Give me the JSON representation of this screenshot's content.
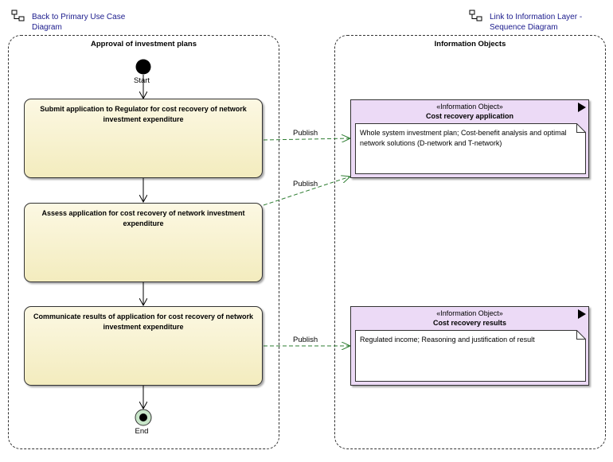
{
  "links": {
    "back": {
      "line1": "Back to Primary Use Case",
      "line2": "Diagram",
      "icon": "diagram-link-icon"
    },
    "forward": {
      "line1": "Link to Information Layer -",
      "line2": "Sequence Diagram",
      "icon": "diagram-link-icon"
    }
  },
  "partitions": {
    "left": {
      "title": "Approval of investment plans"
    },
    "right": {
      "title": "Information Objects"
    }
  },
  "nodes": {
    "start": "Start",
    "end": "End"
  },
  "activities": [
    {
      "label": "Submit application to Regulator for cost recovery of network investment expenditure"
    },
    {
      "label": "Assess application for cost recovery of network investment expenditure"
    },
    {
      "label": "Communicate results of application for cost recovery of network investment expenditure"
    }
  ],
  "info_objects": [
    {
      "stereotype": "«Information Object»",
      "name": "Cost recovery application",
      "note": "Whole system investment plan; Cost-benefit analysis and optimal network solutions (D-network and T-network)"
    },
    {
      "stereotype": "«Information Object»",
      "name": "Cost recovery results",
      "note": "Regulated income; Reasoning and justification of result"
    }
  ],
  "flows": {
    "publish1": "Publish",
    "publish2": "Publish",
    "publish3": "Publish"
  },
  "colors": {
    "activity_fill": "#f3ecbe",
    "info_fill": "#ecdaf6",
    "publish_line": "#2e7d32",
    "end_fill": "#a5d6a7",
    "link_text": "#1a1a8c"
  }
}
